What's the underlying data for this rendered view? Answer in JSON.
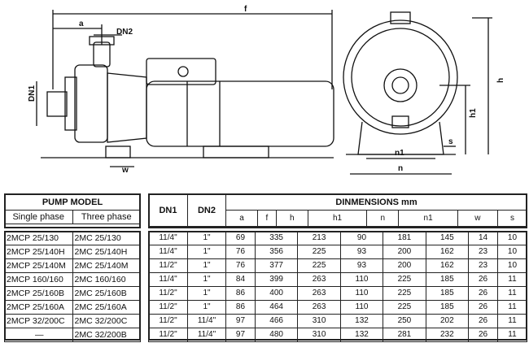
{
  "drawing_labels": {
    "f": "f",
    "a": "a",
    "dn2": "DN2",
    "dn1": "DN1",
    "w": "w",
    "h": "h",
    "h1": "h1",
    "n1": "n1",
    "s": "s",
    "n": "n"
  },
  "table": {
    "pump_model_header": "PUMP MODEL",
    "single_phase_header": "Single phase",
    "three_phase_header": "Three  phase",
    "dn1_header": "DN1",
    "dn2_header": "DN2",
    "dimensions_header": "DINMENSIONS  mm",
    "dim_columns": [
      "a",
      "f",
      "h",
      "h1",
      "n",
      "n1",
      "w",
      "s"
    ],
    "rows": [
      {
        "single": "2MCP 25/130",
        "three": "2MC 25/130",
        "dn1": "11/4\"",
        "dn2": "1\"",
        "dims": [
          "69",
          "335",
          "213",
          "90",
          "181",
          "145",
          "14",
          "10"
        ]
      },
      {
        "single": "2MCP 25/140H",
        "three": "2MC 25/140H",
        "dn1": "11/4\"",
        "dn2": "1\"",
        "dims": [
          "76",
          "356",
          "225",
          "93",
          "200",
          "162",
          "23",
          "10"
        ]
      },
      {
        "single": "2MCP 25/140M",
        "three": "2MC 25/140M",
        "dn1": "11/2\"",
        "dn2": "1\"",
        "dims": [
          "76",
          "377",
          "225",
          "93",
          "200",
          "162",
          "23",
          "10"
        ]
      },
      {
        "single": "2MCP 160/160",
        "three": "2MC 160/160",
        "dn1": "11/4\"",
        "dn2": "1\"",
        "dims": [
          "84",
          "399",
          "263",
          "110",
          "225",
          "185",
          "26",
          "11"
        ]
      },
      {
        "single": "2MCP 25/160B",
        "three": "2MC 25/160B",
        "dn1": "11/2\"",
        "dn2": "1\"",
        "dims": [
          "86",
          "400",
          "263",
          "110",
          "225",
          "185",
          "26",
          "11"
        ]
      },
      {
        "single": "2MCP 25/160A",
        "three": "2MC 25/160A",
        "dn1": "11/2\"",
        "dn2": "1\"",
        "dims": [
          "86",
          "464",
          "263",
          "110",
          "225",
          "185",
          "26",
          "11"
        ]
      },
      {
        "single": "2MCP 32/200C",
        "three": "2MC 32/200C",
        "dn1": "11/2\"",
        "dn2": "11/4\"",
        "dims": [
          "97",
          "466",
          "310",
          "132",
          "250",
          "202",
          "26",
          "11"
        ]
      },
      {
        "single": "—",
        "three": "2MC 32/200B",
        "dn1": "11/2\"",
        "dn2": "11/4\"",
        "dims": [
          "97",
          "480",
          "310",
          "132",
          "281",
          "232",
          "26",
          "11"
        ]
      }
    ]
  }
}
